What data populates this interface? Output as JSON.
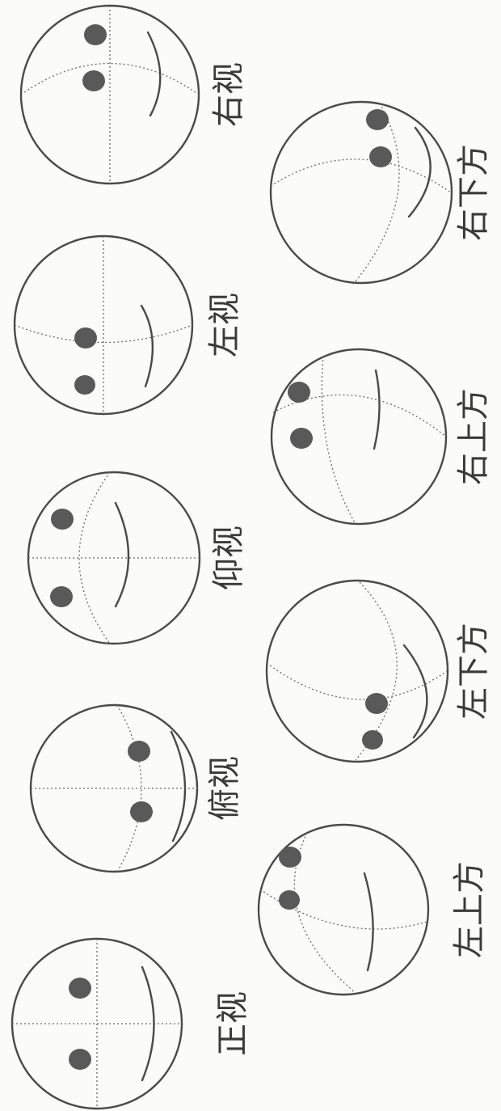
{
  "faces": [
    {
      "id": "zhengshi",
      "label": "正视"
    },
    {
      "id": "fushi",
      "label": "俯视"
    },
    {
      "id": "yangshi",
      "label": "仰视"
    },
    {
      "id": "zuoshi",
      "label": "左视"
    },
    {
      "id": "youshi",
      "label": "右视"
    },
    {
      "id": "zuoshangfang",
      "label": "左上方"
    },
    {
      "id": "zuoxiafang",
      "label": "左下方"
    },
    {
      "id": "youshangfang",
      "label": "右上方"
    },
    {
      "id": "youxiafang",
      "label": "右下方"
    }
  ]
}
